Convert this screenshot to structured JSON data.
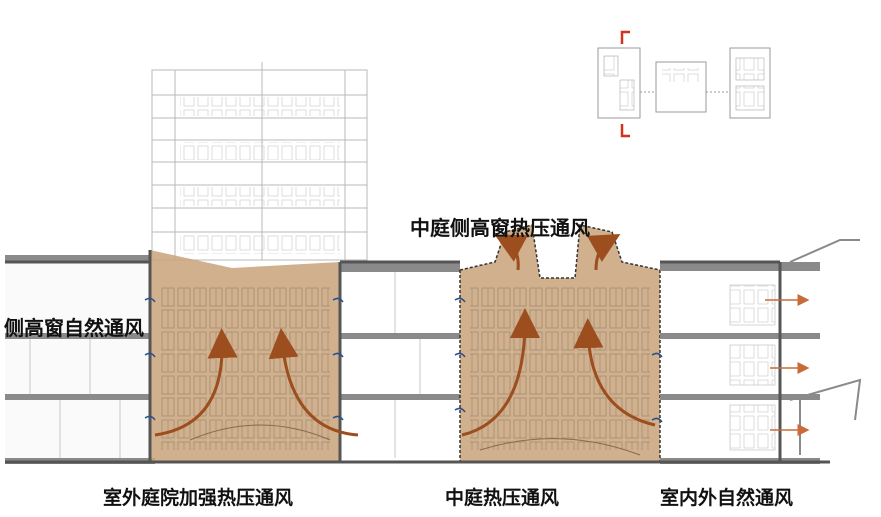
{
  "labels": {
    "atrium_clerestory": "中庭侧高窗热压通风",
    "side_clerestory": "侧高窗自然通风",
    "courtyard": "室外庭院加强热压通风",
    "atrium": "中庭热压通风",
    "indoor_outdoor": "室内外自然通风"
  },
  "colors": {
    "tint": "#c9a27a",
    "arrow": "#9c4e1e",
    "line": "#555555",
    "light_line": "#b5b5b5",
    "key_marker": "#d2321e",
    "label": "#111111"
  },
  "icons": {
    "ventilation_arrow": "curved-arrow-icon",
    "inlet": "blue-curved-arrow-icon",
    "key_plan": "key-plan-icon"
  }
}
